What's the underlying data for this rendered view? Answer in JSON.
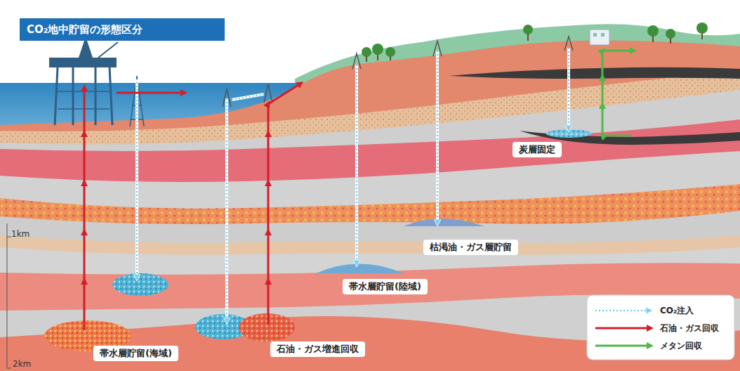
{
  "diagram": {
    "title": "CO₂地中貯留の形態区分",
    "nodes": [
      {
        "text": [
          "炭層固定"
        ]
      },
      {
        "text": [
          "枯渇油・ガス層貯留"
        ]
      },
      {
        "text": [
          "帯水層貯留(陸域)"
        ]
      },
      {
        "text": [
          "帯水層貯留(海域)"
        ]
      },
      {
        "text": [
          "石油・ガス増進回収"
        ]
      }
    ],
    "labels": [
      "1km",
      "2km"
    ],
    "legend": [
      {
        "text": "CO₂注入"
      },
      {
        "text": "石油・ガス回収"
      },
      {
        "text": "メタン回収"
      }
    ]
  }
}
